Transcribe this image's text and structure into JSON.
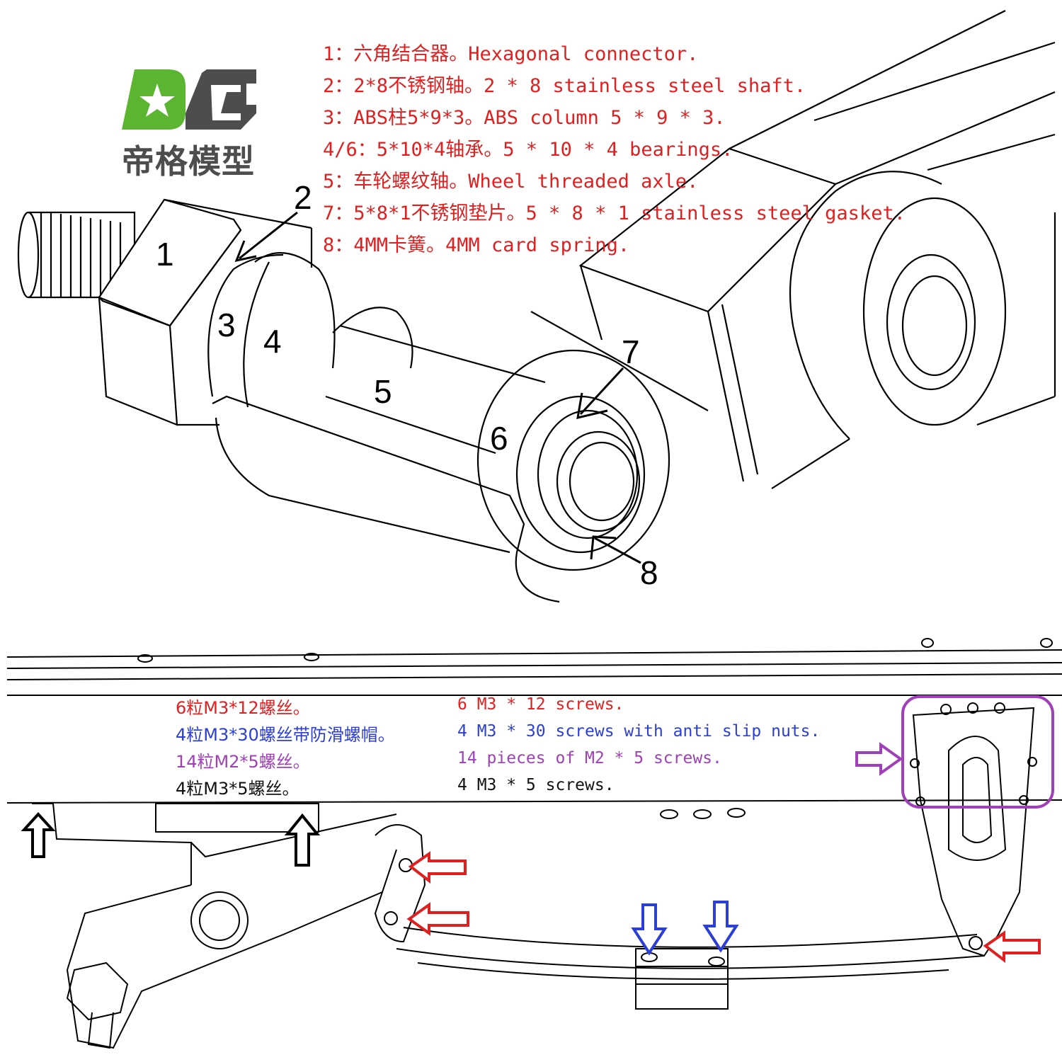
{
  "brand": {
    "mark": "DG",
    "name": "帝格模型",
    "green": "#5cb531",
    "gray": "#4d4d4d"
  },
  "legend": {
    "color": "#e02020",
    "items": [
      "1：六角结合器。Hexagonal connector.",
      "2：2*8不锈钢轴。2 * 8 stainless steel shaft.",
      "3：ABS柱5*9*3。ABS column 5 * 9 * 3.",
      "4/6：5*10*4轴承。5 * 10 * 4 bearings.",
      "5：车轮螺纹轴。Wheel threaded axle.",
      "7：5*8*1不锈钢垫片。5 * 8 * 1 stainless steel gasket.",
      "8：4MM卡簧。4MM card spring."
    ]
  },
  "part_numbers": [
    "1",
    "2",
    "3",
    "4",
    "5",
    "6",
    "7",
    "8"
  ],
  "screws": [
    {
      "zh": "6粒M3*12螺丝。",
      "en": "6 M3 * 12 screws.",
      "color": "#e02020",
      "arrow": "red"
    },
    {
      "zh": "4粒M3*30螺丝带防滑螺帽。",
      "en": "4 M3 * 30 screws with anti slip nuts.",
      "color": "#2b3fd6",
      "arrow": "blue"
    },
    {
      "zh": "14粒M2*5螺丝。",
      "en": "14 pieces of M2 * 5 screws.",
      "color": "#a040b8",
      "arrow": "purple"
    },
    {
      "zh": "4粒M3*5螺丝。",
      "en": "4 M3 * 5 screws.",
      "color": "#111111",
      "arrow": "black"
    }
  ]
}
